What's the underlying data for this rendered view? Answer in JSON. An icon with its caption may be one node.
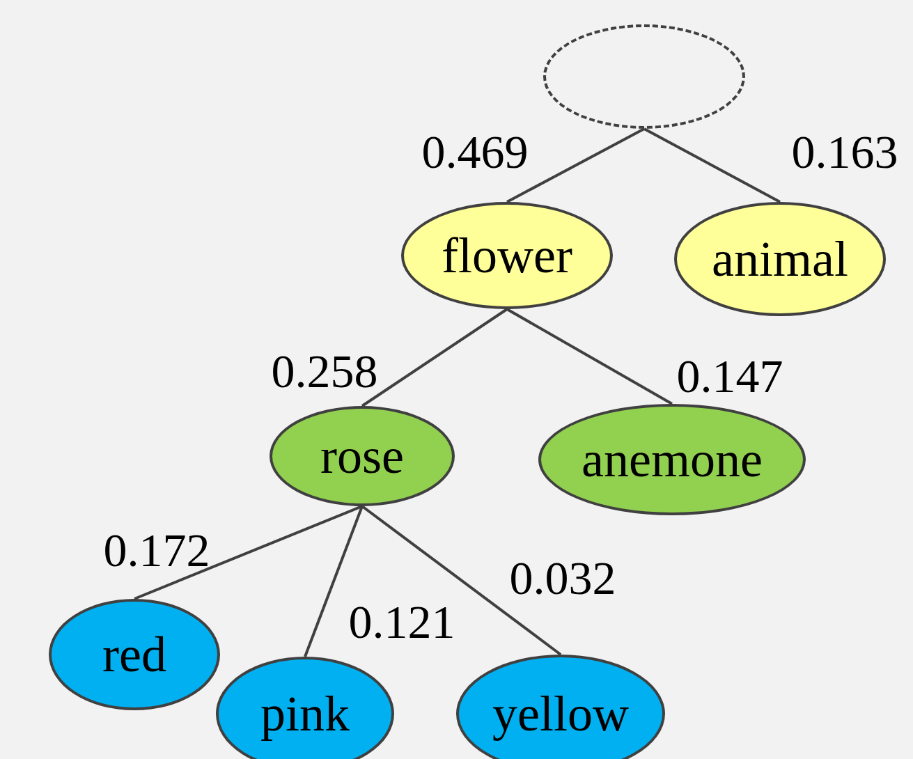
{
  "diagram": {
    "nodes": [
      {
        "text": [],
        "shape": "circle"
      },
      {
        "text": [
          "flower"
        ]
      },
      {
        "text": [
          "animal"
        ]
      },
      {
        "text": [
          "rose"
        ]
      },
      {
        "text": [
          "anemone"
        ]
      },
      {
        "text": [
          "red"
        ]
      },
      {
        "text": [
          "pink"
        ]
      },
      {
        "text": [
          "yellow"
        ]
      }
    ],
    "edges": [
      {
        "from": 0,
        "to": 1,
        "arrow": "none",
        "label": "0.469"
      },
      {
        "from": 0,
        "to": 2,
        "arrow": "none",
        "label": "0.163"
      },
      {
        "from": 1,
        "to": 3,
        "arrow": "none",
        "label": "0.258"
      },
      {
        "from": 1,
        "to": 4,
        "arrow": "none",
        "label": "0.147"
      },
      {
        "from": 3,
        "to": 5,
        "arrow": "none",
        "label": "0.172"
      },
      {
        "from": 3,
        "to": 6,
        "arrow": "none",
        "label": "0.121"
      },
      {
        "from": 3,
        "to": 7,
        "arrow": "none",
        "label": "0.032"
      }
    ]
  }
}
